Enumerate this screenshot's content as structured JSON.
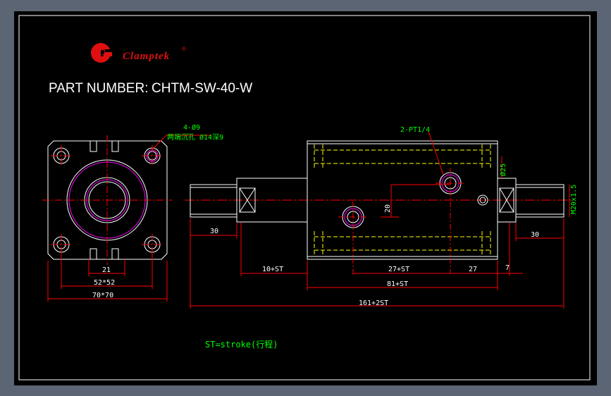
{
  "brand": {
    "name": "Clamptek",
    "logo_letters": "G",
    "registered_mark": "®"
  },
  "drawing": {
    "part_number_label": "PART NUMBER:",
    "part_number": "CHTM-SW-40-W",
    "note": "ST=stroke(行程)"
  },
  "annotations": {
    "holes": "4-Ø9",
    "counterbore": "两端沉孔 Ø14深9",
    "port": "2-PT1/4",
    "shaft_dia": "Ø25",
    "thread": "M20x1.5"
  },
  "dimensions": {
    "d_21": "21",
    "d_52x52": "52*52",
    "d_70x70": "70*70",
    "d_30_left": "30",
    "d_10st": "10+ST",
    "d_20": "20",
    "d_27st": "27+ST",
    "d_27": "27",
    "d_7": "7",
    "d_30_right": "30",
    "d_81st": "81+ST",
    "d_161st": "161+2ST"
  },
  "colors": {
    "frame": "#5b6573",
    "canvas": "#000000",
    "outline": "#ffffff",
    "dimension": "#ff0000",
    "text": "#00ff00",
    "accent": "#ff00ff",
    "hidden": "#ffff00"
  }
}
